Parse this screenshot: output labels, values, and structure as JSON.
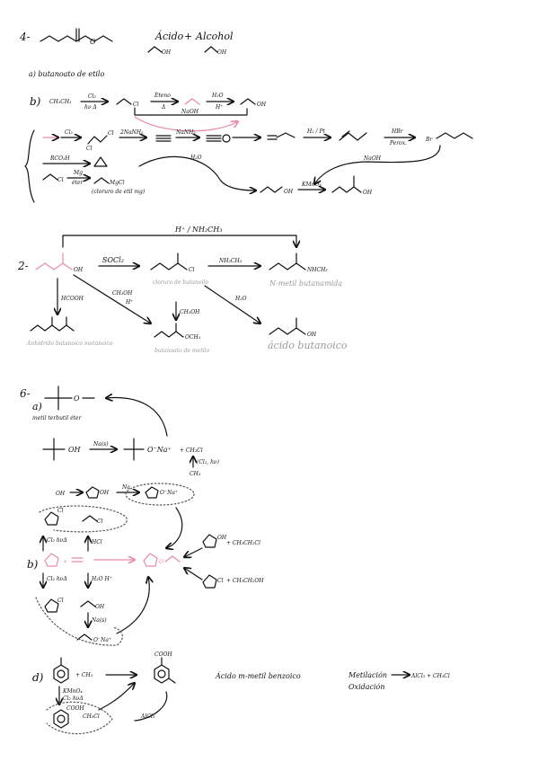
{
  "problem4": {
    "number": "4-",
    "equation_acid": "Ácido",
    "equation_plus": "+",
    "equation_alcohol": "Alcohol",
    "a_label": "a) butanoato de etilo",
    "b_label": "b)",
    "b_start": "CH₃CH₃",
    "cl2": "Cl₂",
    "hv": "hν Δ",
    "eteno": "Eteno",
    "delta": "Δ",
    "h3o": "H₃O",
    "hplus": "H⁺",
    "naoh": "NaOH",
    "nanh2_1": "2NaNH₂",
    "nanh2_2": "NaNH₂",
    "h2pt": "H₂ / Pt",
    "hbr": "HBr",
    "perox": "Perox.",
    "br": "Br",
    "naoh2": "NaOH",
    "h2o": "H₂O",
    "kmno4": "KMnO₄",
    "rco3h": "RCO₃H",
    "mg": "Mg",
    "eter": "éter",
    "cl": "Cl",
    "mgcl": "MgCl",
    "grignard_note": "(cloruro de etil mg)",
    "oh": "OH"
  },
  "problem2": {
    "number": "2-",
    "top_reagent": "H⁺ / NH₂CH₃",
    "socl2": "SOCl₂",
    "nh2ch3": "NH₂CH₃",
    "cl": "Cl",
    "nhch3": "NHCH₃",
    "cloruro": "cloruro de butanoilo",
    "amida": "N-metil butanamida",
    "hcooh": "HCOOH",
    "ch3oh": "CH₃OH",
    "hplus": "H⁺",
    "ch3oh2": "CH₃OH",
    "h2o": "H₂O",
    "och3": "OCH₃",
    "oh": "OH",
    "anhidrido": "Anhídrido butanoico metanoico",
    "butanoato": "butanoato de metilo",
    "acido": "ácido butanoico"
  },
  "problem6": {
    "number": "6-",
    "a_label": "a)",
    "ether_name": "metil terbutil éter",
    "o": "O",
    "oh": "OH",
    "na_s": "Na(s)",
    "ona": "O⁻Na⁺",
    "plus_ch3cl": "+ CH₃Cl",
    "cl2hv": "(Cl₂, hν)",
    "ch3": "CH₃",
    "na": "Na",
    "cl": "Cl",
    "hcl": "HCl",
    "b_label": "b)",
    "cl2_1": "Cl₂ hνΔ",
    "cl2_2": "Cl₂ hνΔ",
    "h2o_h": "H₂O H⁺",
    "right_a": "+ CH₃CH₂Cl",
    "right_b": "+ CH₃CH₂OH",
    "na_s2": "Na(s)",
    "d_label": "d)",
    "ch3plus": "+ CH₃",
    "cooh": "COOH",
    "kmno4": "KMnO₄",
    "cl2hv2": "Cl₂ hνΔ",
    "ch3cl": "CH₃Cl",
    "alcl3": "AlCl₃",
    "acid_name": "Ácido m-metil benzoico",
    "metilacion": "Metilación",
    "oxidacion": "Oxidación",
    "alcl3_eq": "AlCl₃ + CH₃Cl"
  }
}
